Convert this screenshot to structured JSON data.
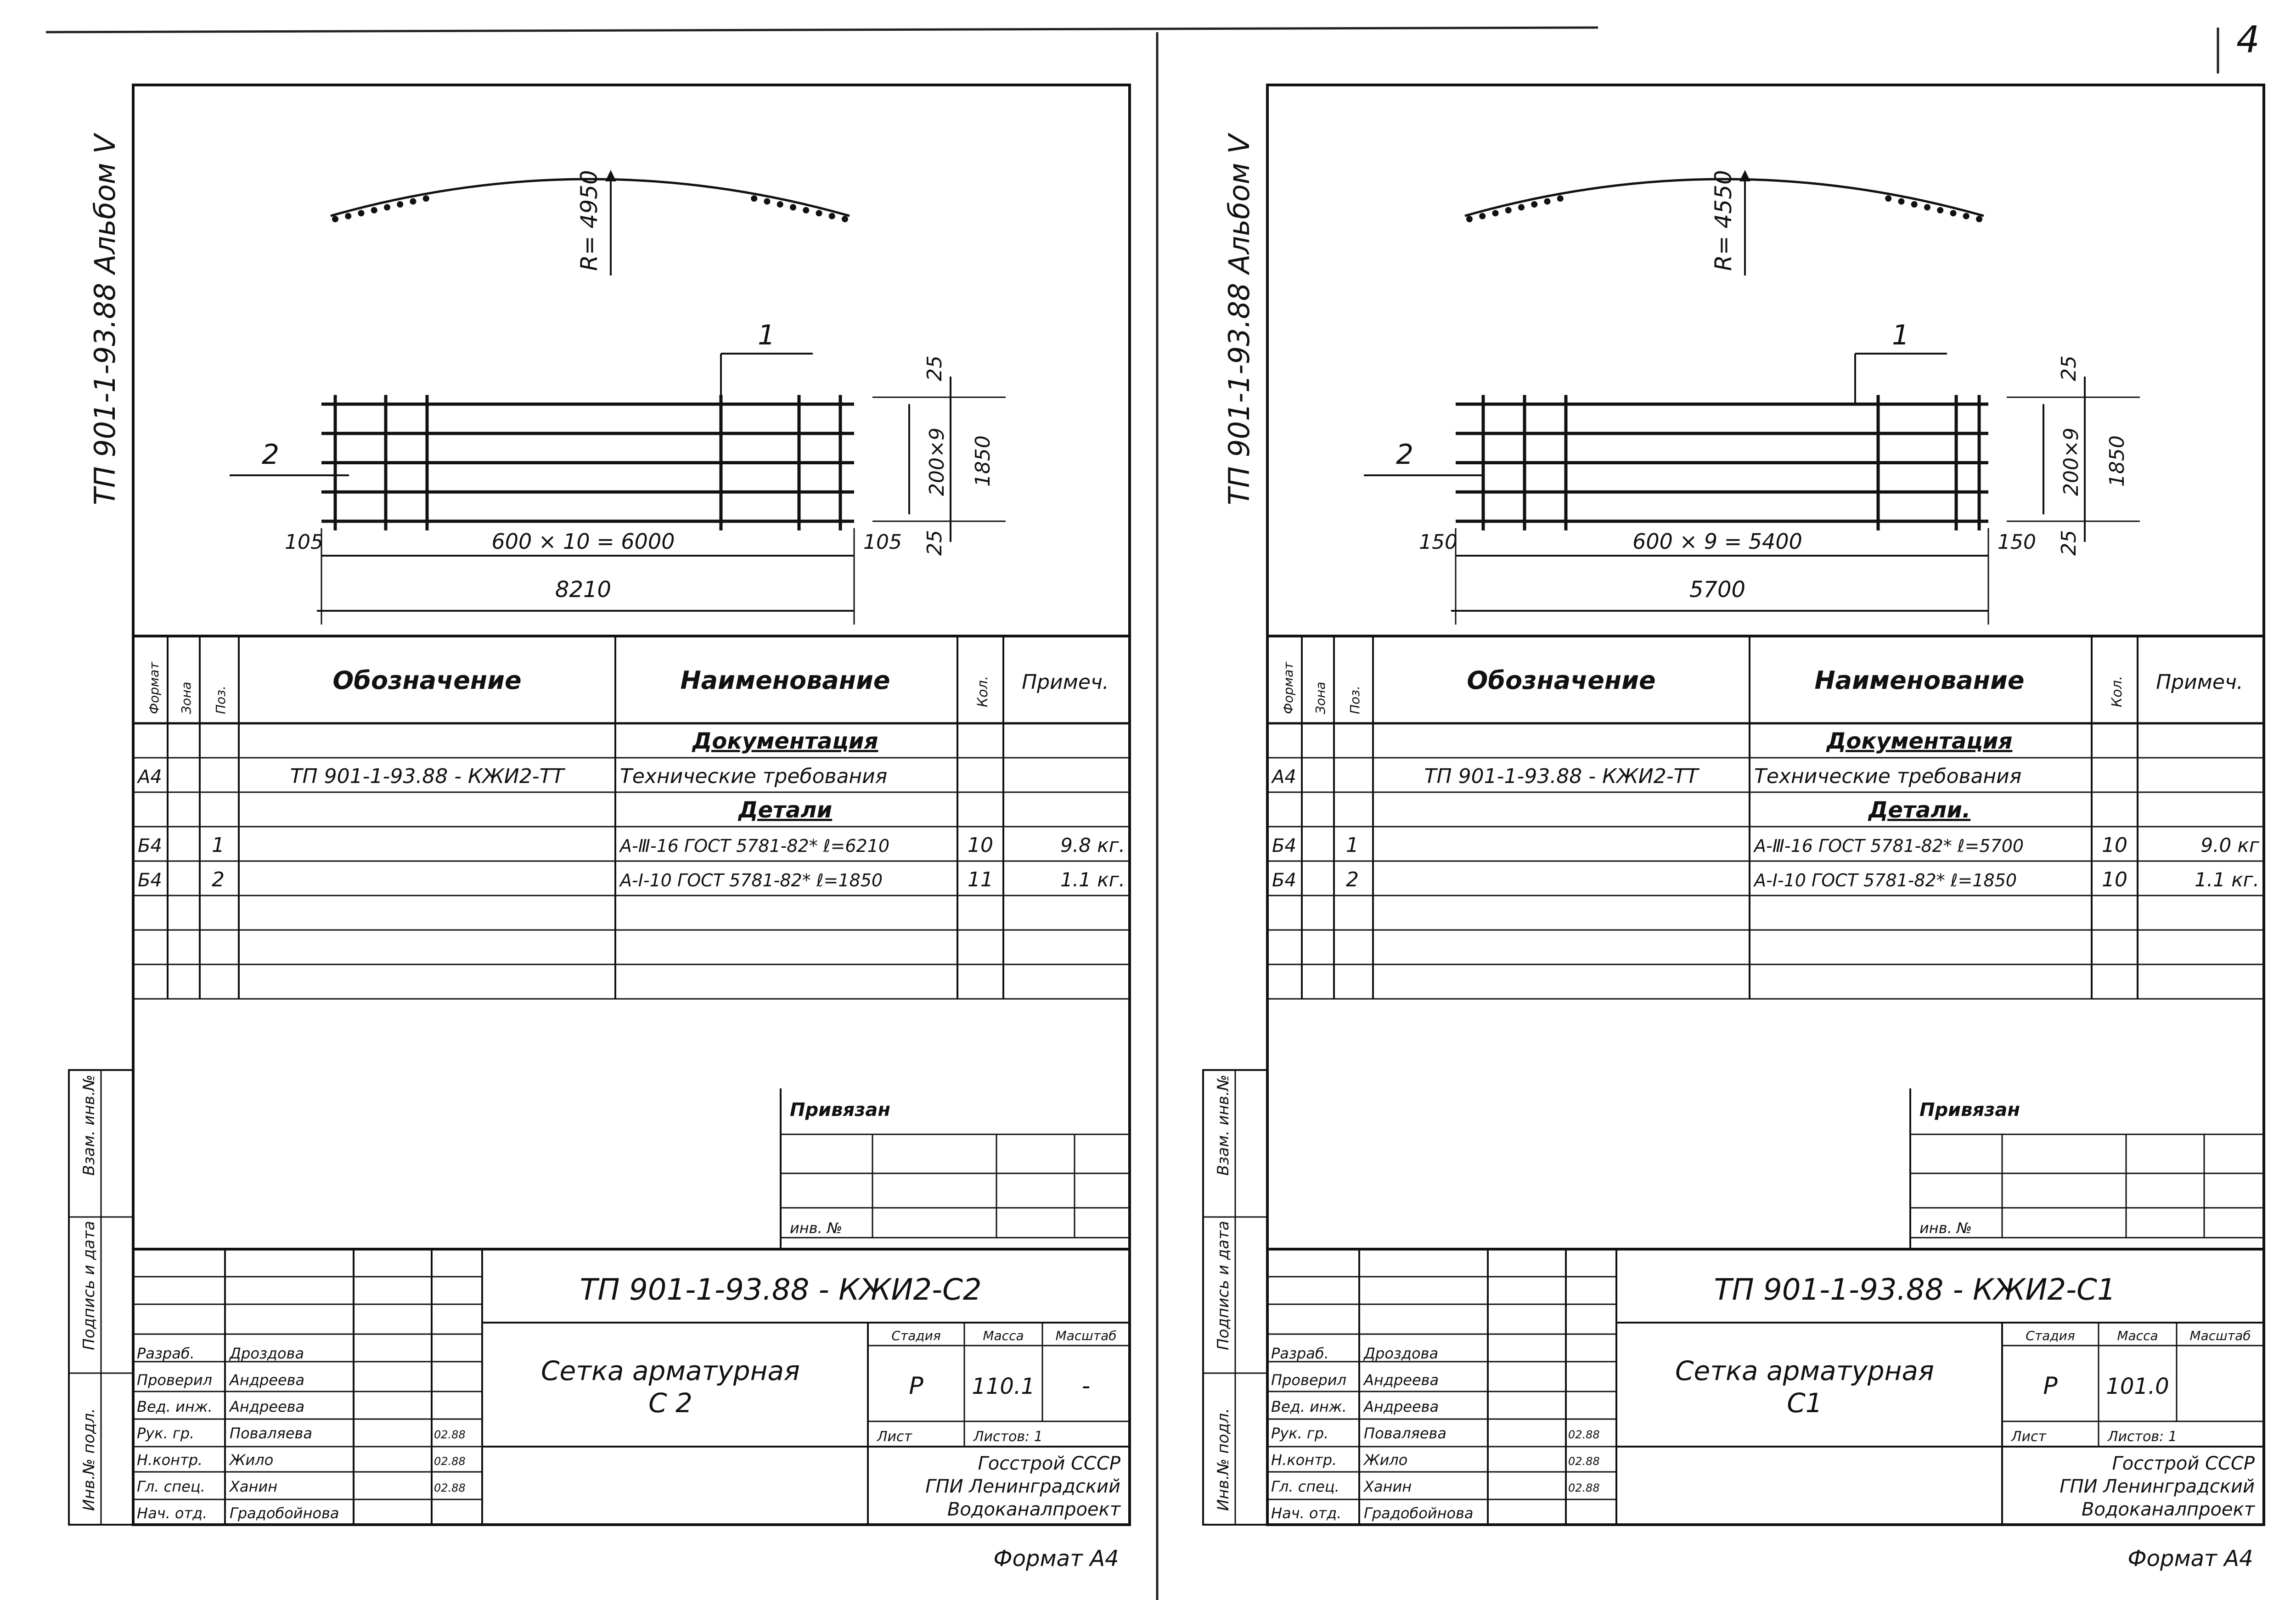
{
  "page_number": "4",
  "format_label": "Формат А4",
  "spec_headers": {
    "format": "Формат",
    "zone": "Зона",
    "pos": "Поз.",
    "designation": "Обозначение",
    "name": "Наименование",
    "qty": "Кол.",
    "note": "Примеч."
  },
  "left_margin_labels": {
    "inv_podl": "Инв.№ подл.",
    "podpis": "Подпись и дата",
    "vzam": "Взам. инв.№"
  },
  "privyazan": "Привязан",
  "inv_no": "инв. №",
  "title_block_headers": {
    "stage": "Стадия",
    "mass": "Масса",
    "scale": "Масштаб",
    "sheet": "Лист",
    "sheets_prefix": "Листов: 1"
  },
  "organization": [
    "Госстрой СССР",
    "ГПИ Ленинградский",
    "Водоканалпроект"
  ],
  "signatories": [
    {
      "role": "Разраб.",
      "name": "Дроздова",
      "date": ""
    },
    {
      "role": "Проверил",
      "name": "Андреева",
      "date": ""
    },
    {
      "role": "Вед. инж.",
      "name": "Андреева",
      "date": ""
    },
    {
      "role": "Рук. гр.",
      "name": "Поваляева",
      "date": "02.88"
    },
    {
      "role": "Н.контр.",
      "name": "Жило",
      "date": "02.88"
    },
    {
      "role": "Гл. спец.",
      "name": "Ханин",
      "date": "02.88"
    },
    {
      "role": "Нач. отд.",
      "name": "Градобойнова",
      "date": ""
    }
  ],
  "sheets": [
    {
      "id": "left",
      "album": "ТП 901-1-93.88 Альбом V",
      "radius": "R= 4950",
      "pos1": "1",
      "pos2": "2",
      "dim_left": "105",
      "dim_right": "105",
      "dim_inner": "600 × 10 = 6000",
      "dim_total": "8210",
      "dim_top": "25",
      "dim_bottom": "25",
      "dim_spacing": "200×9",
      "dim_height": "1850",
      "section_docs": "Документация",
      "section_parts": "Детали",
      "rows": [
        {
          "format": "А4",
          "zone": "",
          "pos": "",
          "designation": "ТП 901-1-93.88 - КЖИ2-ТТ",
          "name": "Технические требования",
          "qty": "",
          "note": ""
        },
        {
          "format": "Б4",
          "zone": "",
          "pos": "1",
          "designation": "",
          "name": "А-Ⅲ-16 ГОСТ 5781-82* ℓ=6210",
          "qty": "10",
          "note": "9.8 кг."
        },
        {
          "format": "Б4",
          "zone": "",
          "pos": "2",
          "designation": "",
          "name": "А-Ⅰ-10 ГОСТ 5781-82* ℓ=1850",
          "qty": "11",
          "note": "1.1 кг."
        }
      ],
      "doc_code": "ТП 901-1-93.88 - КЖИ2-С2",
      "title_line1": "Сетка арматурная",
      "title_line2": "С 2",
      "stage": "Р",
      "mass": "110.1",
      "scale": "-"
    },
    {
      "id": "right",
      "album": "ТП 901-1-93.88 Альбом V",
      "radius": "R= 4550",
      "pos1": "1",
      "pos2": "2",
      "dim_left": "150",
      "dim_right": "150",
      "dim_inner": "600 × 9 = 5400",
      "dim_total": "5700",
      "dim_top": "25",
      "dim_bottom": "25",
      "dim_spacing": "200×9",
      "dim_height": "1850",
      "section_docs": "Документация",
      "section_parts": "Детали.",
      "rows": [
        {
          "format": "А4",
          "zone": "",
          "pos": "",
          "designation": "ТП 901-1-93.88 - КЖИ2-ТТ",
          "name": "Технические требования",
          "qty": "",
          "note": ""
        },
        {
          "format": "Б4",
          "zone": "",
          "pos": "1",
          "designation": "",
          "name": "А-Ⅲ-16 ГОСТ 5781-82* ℓ=5700",
          "qty": "10",
          "note": "9.0 кг"
        },
        {
          "format": "Б4",
          "zone": "",
          "pos": "2",
          "designation": "",
          "name": "А-Ⅰ-10 ГОСТ 5781-82* ℓ=1850",
          "qty": "10",
          "note": "1.1 кг."
        }
      ],
      "doc_code": "ТП 901-1-93.88 - КЖИ2-С1",
      "title_line1": "Сетка арматурная",
      "title_line2": "С1",
      "stage": "Р",
      "mass": "101.0",
      "scale": ""
    }
  ]
}
